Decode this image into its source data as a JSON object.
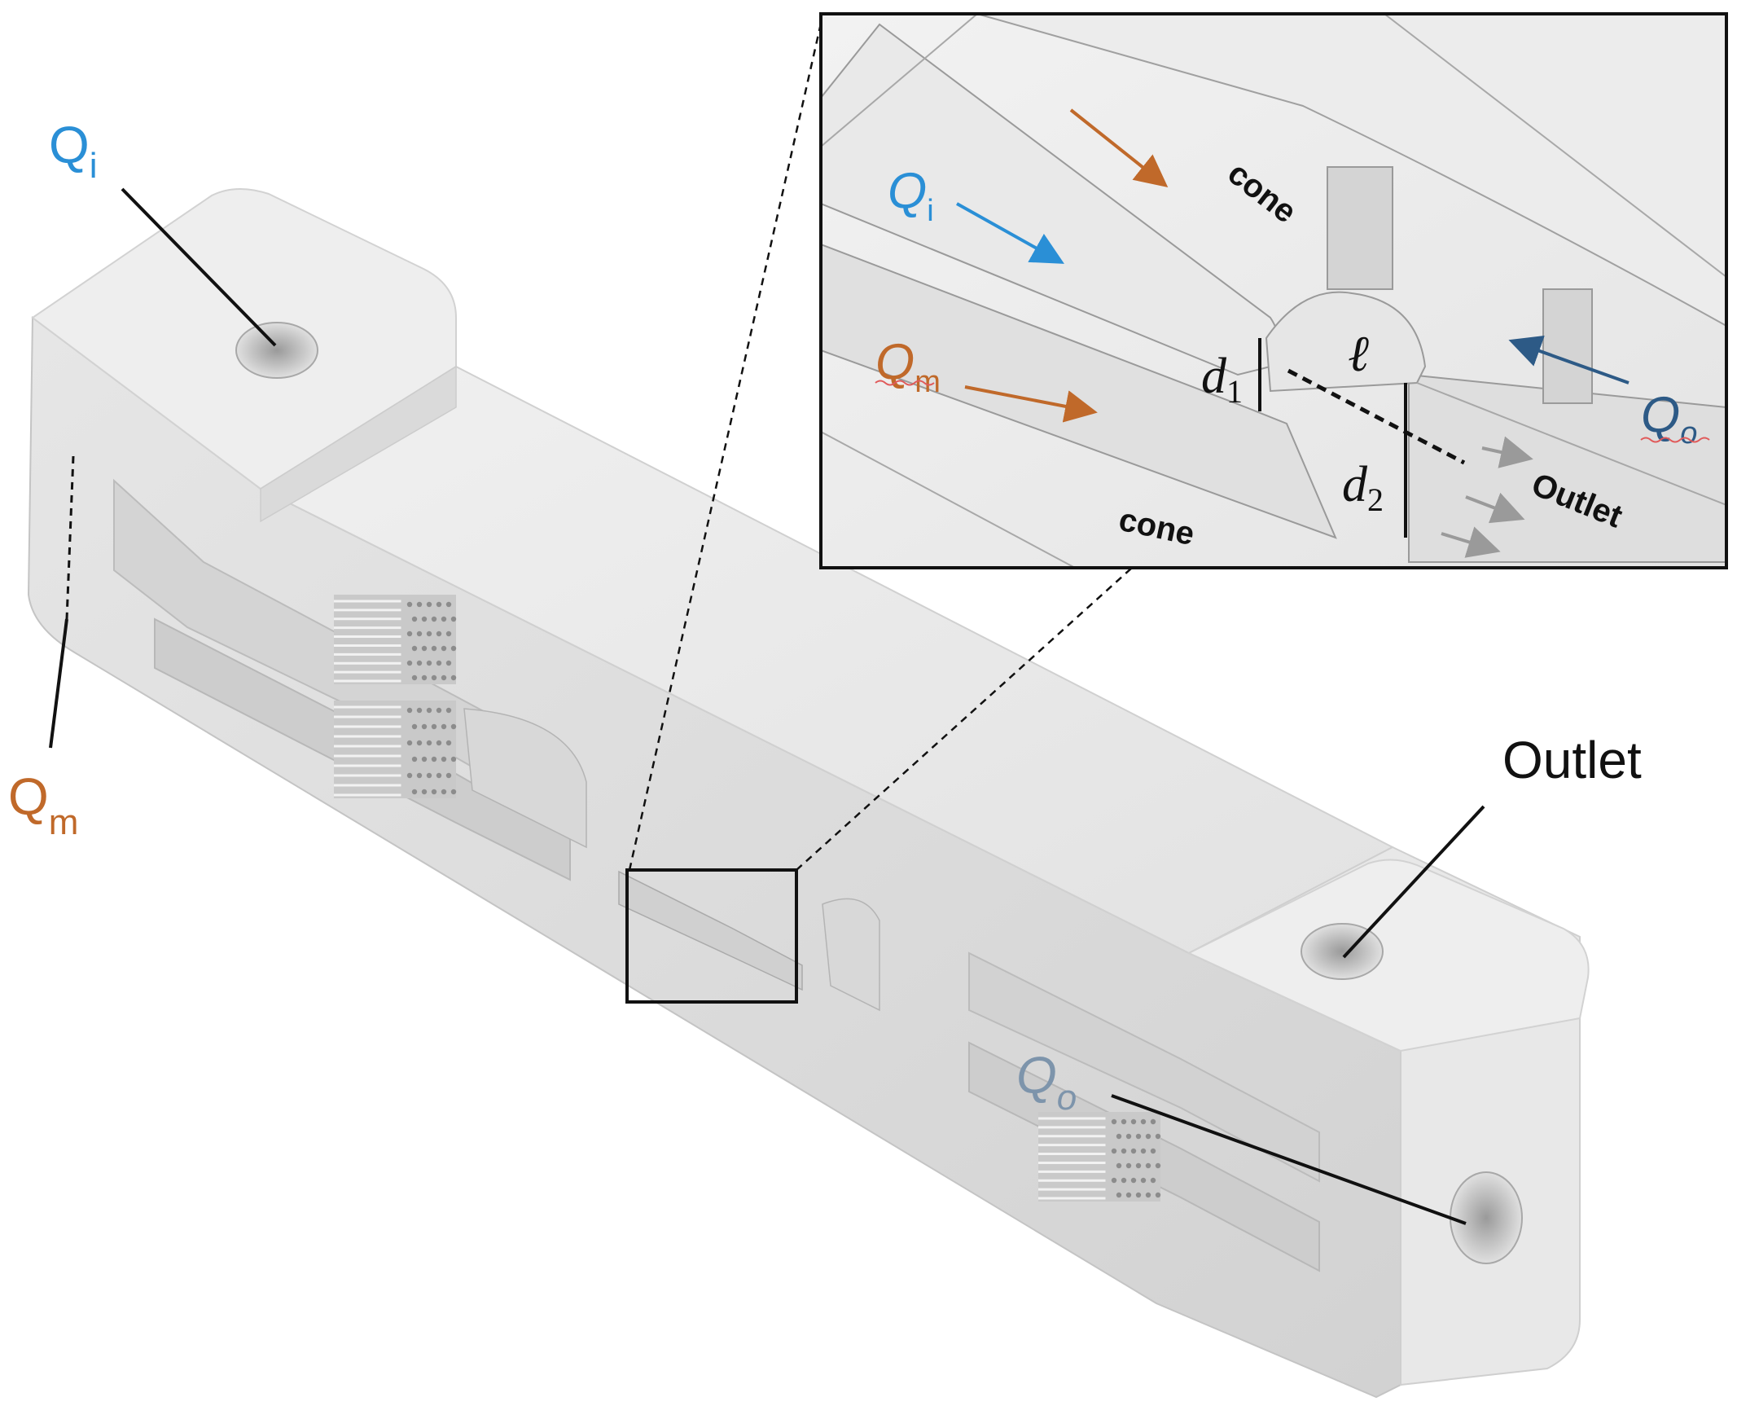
{
  "colors": {
    "qi": "#2a8fd6",
    "qm": "#c0692a",
    "qo": "#7d94ab",
    "qo_inset": "#2d5a86",
    "orange_arrow": "#c0692a",
    "blue_arrow": "#2a8fd6",
    "navy_arrow": "#2d5a86",
    "gray_arrow": "#9a9a9a",
    "body_light": "#ececec",
    "body_mid": "#dcdcdc",
    "body_dark": "#c8c8c8",
    "line": "#111111"
  },
  "labels": {
    "qi": {
      "main": "Q",
      "sub": "i"
    },
    "qm": {
      "main": "Q",
      "sub": "m"
    },
    "qo": {
      "main": "Q",
      "sub": "o"
    },
    "outlet": "Outlet"
  },
  "inset": {
    "cone_top": "cone",
    "cone_bottom": "cone",
    "outlet": "Outlet",
    "qi": {
      "main": "Q",
      "sub": "i"
    },
    "qm": {
      "main": "Q",
      "sub": "m"
    },
    "qo": {
      "main": "Q",
      "sub": "o"
    },
    "d1": {
      "main": "d",
      "sub": "1"
    },
    "d2": {
      "main": "d",
      "sub": "2"
    },
    "ell": "ℓ"
  }
}
